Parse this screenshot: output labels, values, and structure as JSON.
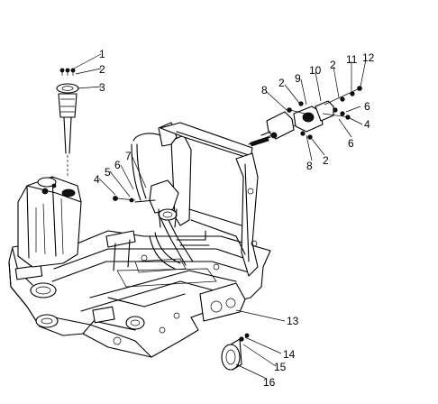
{
  "diagram": {
    "callouts": [
      {
        "id": "c1",
        "label": "1"
      },
      {
        "id": "c2a",
        "label": "2"
      },
      {
        "id": "c3",
        "label": "3"
      },
      {
        "id": "c4a",
        "label": "4"
      },
      {
        "id": "c5",
        "label": "5"
      },
      {
        "id": "c6a",
        "label": "6"
      },
      {
        "id": "c7",
        "label": "7"
      },
      {
        "id": "c8a",
        "label": "8"
      },
      {
        "id": "c2b",
        "label": "2"
      },
      {
        "id": "c9",
        "label": "9"
      },
      {
        "id": "c10",
        "label": "10"
      },
      {
        "id": "c2c",
        "label": "2"
      },
      {
        "id": "c11",
        "label": "11"
      },
      {
        "id": "c12",
        "label": "12"
      },
      {
        "id": "c6b",
        "label": "6"
      },
      {
        "id": "c4b",
        "label": "4"
      },
      {
        "id": "c6c",
        "label": "6"
      },
      {
        "id": "c8b",
        "label": "8"
      },
      {
        "id": "c2d",
        "label": "2"
      },
      {
        "id": "c13",
        "label": "13"
      },
      {
        "id": "c14",
        "label": "14"
      },
      {
        "id": "c15",
        "label": "15"
      },
      {
        "id": "c16",
        "label": "16"
      }
    ]
  }
}
